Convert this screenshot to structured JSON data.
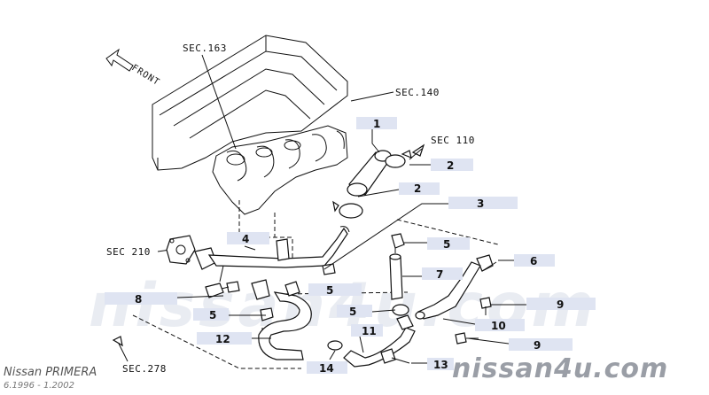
{
  "diagram": {
    "front_label": "FRONT",
    "section_refs": {
      "sec163": "SEC.163",
      "sec140": "SEC.140",
      "sec110": "SEC 110",
      "sec210": "SEC 210",
      "sec278": "SEC.278"
    },
    "callouts": {
      "c1": "1",
      "c2a": "2",
      "c2b": "2",
      "c3": "3",
      "c4": "4",
      "c5a": "5",
      "c5b": "5",
      "c5c": "5",
      "c5d": "5",
      "c6": "6",
      "c7": "7",
      "c8": "8",
      "c9a": "9",
      "c9b": "9",
      "c10": "10",
      "c11": "11",
      "c12": "12",
      "c13": "13",
      "c14": "14"
    }
  },
  "watermark": {
    "background_text": "nissan4u.com",
    "site": "nissan4u.com",
    "model": "Nissan PRIMERA",
    "date_range": "6.1996 - 1.2002"
  },
  "colors": {
    "tag_fill": "#dfe4f2",
    "line": "#111111",
    "watermark": "#9a9ea6"
  }
}
